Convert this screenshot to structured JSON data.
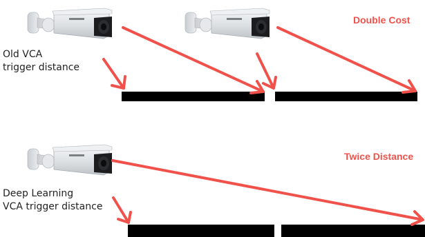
{
  "top_section": {
    "label_line1": "Old VCA",
    "label_line2": "trigger distance",
    "tag": "Double Cost"
  },
  "bottom_section": {
    "label_line1": "Deep Learning",
    "label_line2": "VCA trigger distance",
    "tag": "Twice Distance"
  },
  "colors": {
    "arrow": "#f0524b",
    "tag_text": "#f0524b",
    "zone_bar": "#000000",
    "camera_body": "#d9dcdf",
    "camera_lens": "#1a1a1a"
  },
  "icons": [
    "thermal-camera-icon",
    "arrow-icon"
  ]
}
